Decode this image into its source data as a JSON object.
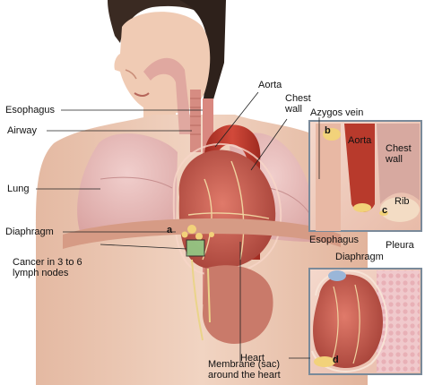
{
  "labels": {
    "esophagus_left": "Esophagus",
    "airway": "Airway",
    "lung": "Lung",
    "diaphragm_left": "Diaphragm",
    "cancer_line1": "Cancer in 3 to 6",
    "cancer_line2": "lymph nodes",
    "aorta_top": "Aorta",
    "chest_wall_line1": "Chest",
    "chest_wall_line2": "wall",
    "azygos_vein": "Azygos vein",
    "heart": "Heart",
    "membrane_line1": "Membrane (sac)",
    "membrane_line2": "around the heart",
    "inset_aorta": "Aorta",
    "inset_chest_line1": "Chest",
    "inset_chest_line2": "wall",
    "inset_rib": "Rib",
    "inset_esophagus": "Esophagus",
    "inset_pleura": "Pleura",
    "inset_diaphragm": "Diaphragm"
  },
  "markers": {
    "a": "a",
    "b": "b",
    "c": "c",
    "d": "d"
  },
  "colors": {
    "skin": "#e9c3ad",
    "lung": "#e6b4b4",
    "heart": "#c4564b",
    "aorta": "#c0392b",
    "esophagus": "#d98880",
    "diaphragm": "#d69b85",
    "stomach": "#c97a6a",
    "tumor": "#f2d27a",
    "inset_border": "#7a8a9a"
  }
}
